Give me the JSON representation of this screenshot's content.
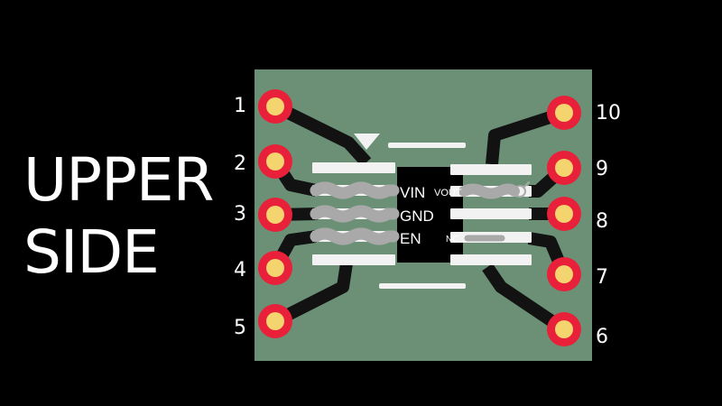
{
  "title_lines": [
    "UPPER",
    "SIDE"
  ],
  "pins_left": [
    "1",
    "2",
    "3",
    "4",
    "5"
  ],
  "pins_right": [
    "10",
    "9",
    "8",
    "7",
    "6"
  ],
  "chip_labels": {
    "vin": "VIN",
    "gnd": "GND",
    "en": "EN",
    "vout": "VOUT",
    "nc": "NC"
  },
  "colors": {
    "background": "#000000",
    "board": "#6b9076",
    "trace": "#121212",
    "pad_ring": "#e8203a",
    "pad_center": "#f3d46e",
    "silk_pad": "#f2f2f2",
    "solder": "#a9a9a9",
    "chip": "#000000",
    "text": "#ffffff"
  }
}
